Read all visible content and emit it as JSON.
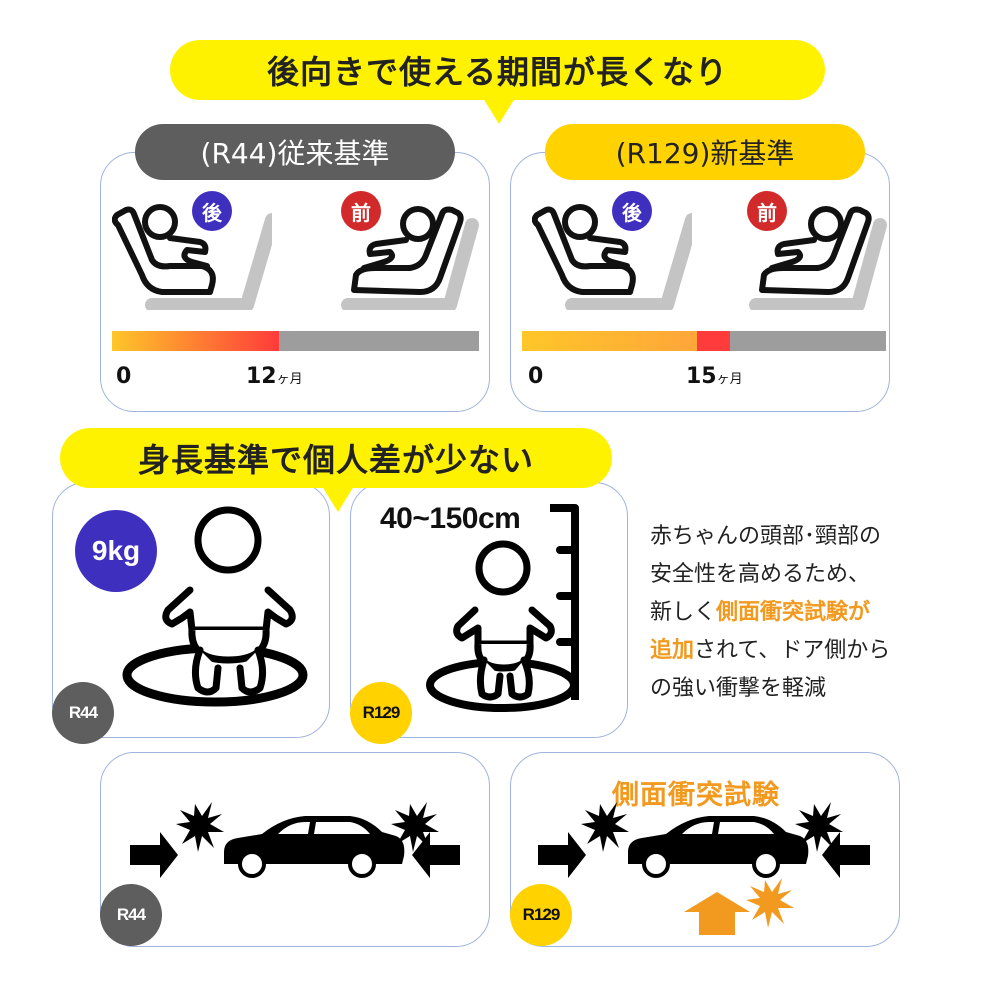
{
  "headline_top": {
    "text": "後向きで使える期間が長くなり",
    "bg_color": "#fff200"
  },
  "comparison": {
    "old": {
      "title": "(R44)従来基準",
      "rear_badge": "後",
      "front_badge": "前",
      "bar": {
        "start_label": "0",
        "end_value": "12",
        "end_unit": "ヶ月",
        "fill_fraction": 0.45
      }
    },
    "new": {
      "title": "(R129)新基準",
      "rear_badge": "後",
      "front_badge": "前",
      "bar": {
        "start_label": "0",
        "end_value": "15",
        "end_unit": "ヶ月",
        "fill_fraction": 0.57
      }
    },
    "colors": {
      "rear_badge": "#3f2fbf",
      "front_badge": "#d22a2a",
      "bar_gradient_start": "#ffc629",
      "bar_gradient_end": "#ff3b3b",
      "bar_rest": "#9d9d9d"
    }
  },
  "headline_middle": {
    "text": "身長基準で個人差が少ない"
  },
  "criteria": {
    "r44": {
      "weight_label": "9kg",
      "standard_badge": "R44"
    },
    "r129": {
      "height_label": "40~150cm",
      "standard_badge": "R129"
    }
  },
  "description": {
    "line1": "赤ちゃんの頭部･頸部の",
    "line2": "安全性を高めるため、",
    "line3_pre": "新しく",
    "line3_hl": "側面衝突試験が",
    "line4_hl": "追加",
    "line4_post": "されて、ドア側から",
    "line5": "の強い衝撃を軽減",
    "highlight_color": "#f29a1f"
  },
  "crash_tests": {
    "r44": {
      "standard_badge": "R44"
    },
    "r129": {
      "title": "側面衝突試験",
      "standard_badge": "R129"
    }
  }
}
